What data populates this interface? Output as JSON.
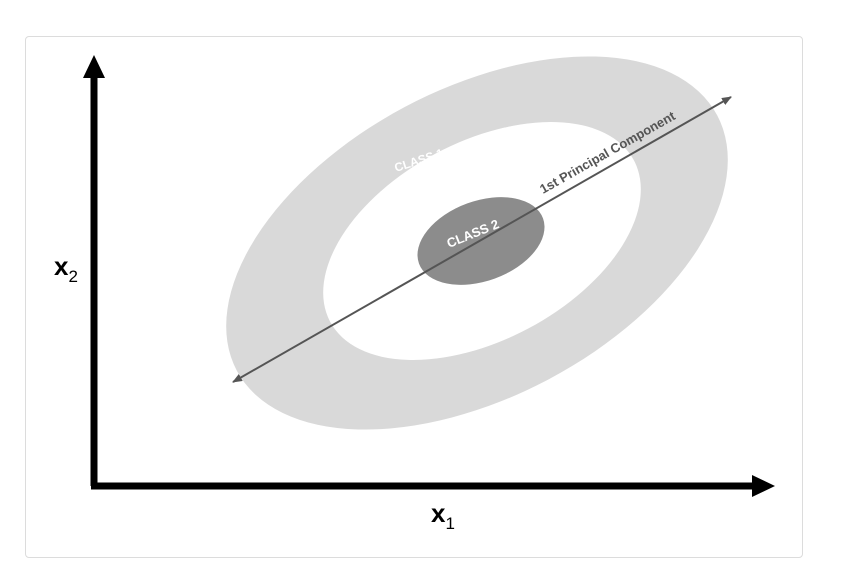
{
  "diagram": {
    "outer_region_label": "CLASS 1",
    "inner_region_label": "CLASS 2",
    "principal_axis_label": "1st Principal Component",
    "x_axis": {
      "var": "x",
      "sub": "1"
    },
    "y_axis": {
      "var": "x",
      "sub": "2"
    }
  },
  "colors": {
    "class1_fill": "#d9d9d9",
    "class2_fill": "#8c8c8c",
    "principal_axis": "#555555",
    "axes": "#000000"
  }
}
